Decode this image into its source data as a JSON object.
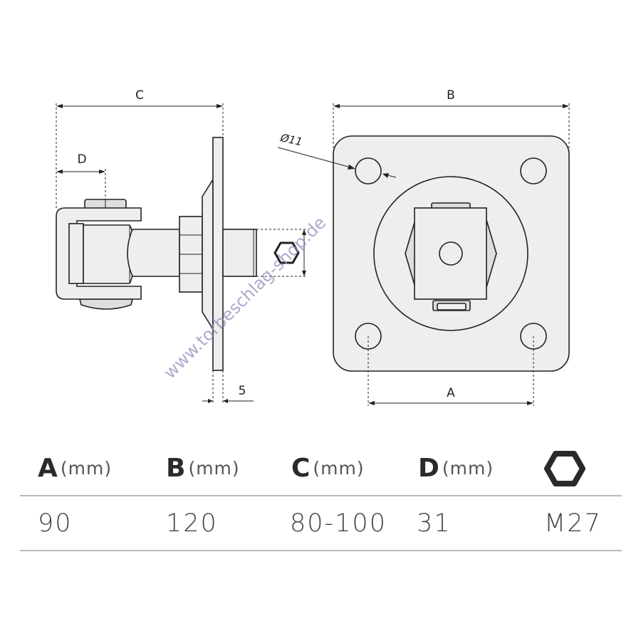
{
  "drawing": {
    "labels": {
      "c": "C",
      "d": "D",
      "b": "B",
      "a": "A",
      "hole": "Ø11",
      "thickness": "5"
    },
    "watermark": "www.torbeschlag-shop.de"
  },
  "table": {
    "unit": "(mm)",
    "headers": [
      "A",
      "B",
      "C",
      "D"
    ],
    "hex_icon": "hex-nut-icon",
    "values": [
      "90",
      "120",
      "80-100",
      "31",
      "M27"
    ]
  }
}
